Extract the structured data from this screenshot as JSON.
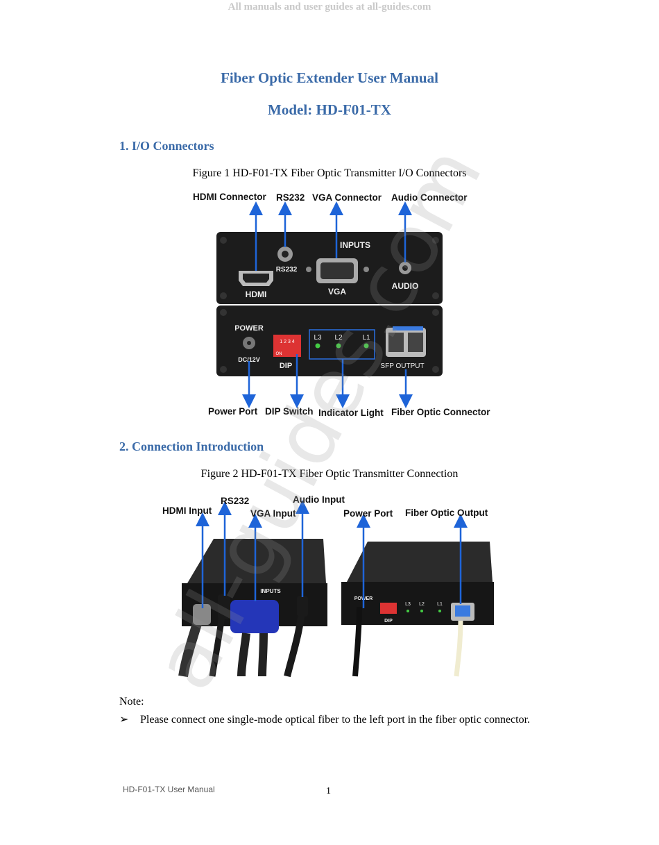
{
  "banner": "All manuals and user guides at all-guides.com",
  "title": "Fiber Optic Extender User Manual",
  "model": "Model: HD-F01-TX",
  "section1": "1. I/O Connectors",
  "figure1_caption": "Figure 1    HD-F01-TX Fiber Optic Transmitter I/O Connectors",
  "figure1": {
    "top_labels": [
      "HDMI Connector",
      "RS232",
      "VGA Connector",
      "Audio Connector"
    ],
    "bottom_labels": [
      "Power Port",
      "DIP Switch",
      "Indicator Light",
      "Fiber Optic Connector"
    ],
    "panel_text": {
      "inputs": "INPUTS",
      "rs232": "RS232",
      "hdmi": "HDMI",
      "vga": "VGA",
      "audio": "AUDIO",
      "power": "POWER",
      "dc": "DC/12V",
      "dip": "DIP",
      "dip_keys": "1 2 3 4",
      "dip_on": "ON",
      "l3": "L3",
      "l2": "L2",
      "l1": "L1",
      "sfp": "SFP OUTPUT"
    }
  },
  "section2": "2. Connection  Introduction",
  "figure2_caption": "Figure 2    HD-F01-TX Fiber Optic Transmitter Connection",
  "figure2": {
    "labels": [
      "HDMI Input",
      "RS232",
      "VGA Input",
      "Audio Input",
      "Power Port",
      "Fiber Optic Output"
    ],
    "panel_text": {
      "inputs": "INPUTS",
      "power": "POWER",
      "dip": "DIP",
      "l3": "L3",
      "l2": "L2",
      "l1": "L1"
    }
  },
  "note_label": "Note:",
  "bullet_symbol": "➢",
  "bullet_text": "Please connect one single-mode  optical fiber to the left port in the fiber optic connector.",
  "footer": "HD-F01-TX  User Manual",
  "page_number": "1",
  "watermark": "all-guides.com",
  "colors": {
    "heading": "#3a6aa8",
    "arrow": "#1e64d8",
    "device": "#1a1a1a"
  }
}
